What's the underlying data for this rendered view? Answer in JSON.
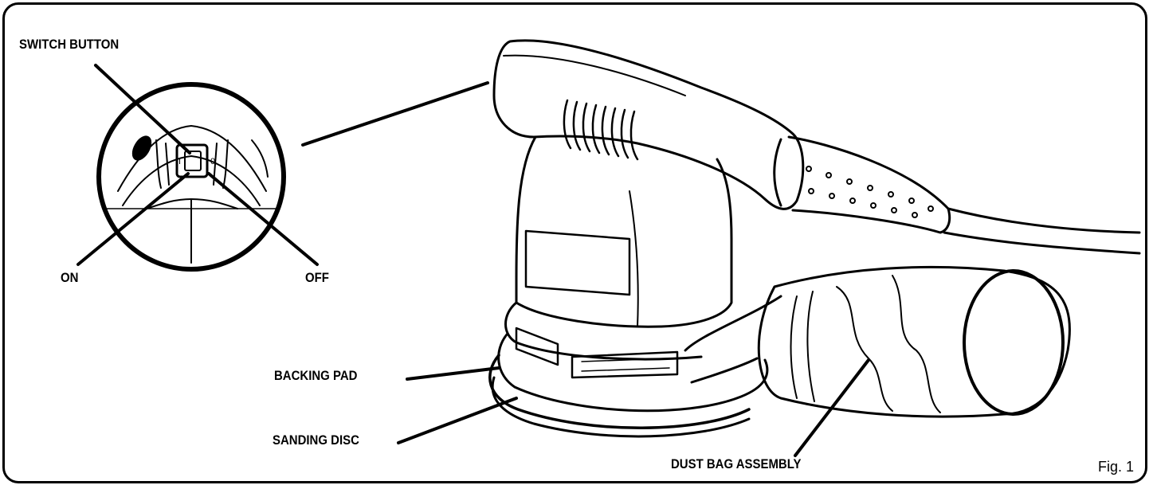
{
  "labels": {
    "switch_button": "SWITCH BUTTON",
    "on": "ON",
    "off": "OFF",
    "backing_pad": "BACKING PAD",
    "sanding_disc": "SANDING DISC",
    "dust_bag_assembly": "DUST BAG ASSEMBLY"
  },
  "figure_caption": "Fig. 1",
  "switch_marks": {
    "on_mark": "I",
    "off_mark": "0"
  },
  "colors": {
    "stroke": "#000000",
    "background": "#ffffff"
  }
}
